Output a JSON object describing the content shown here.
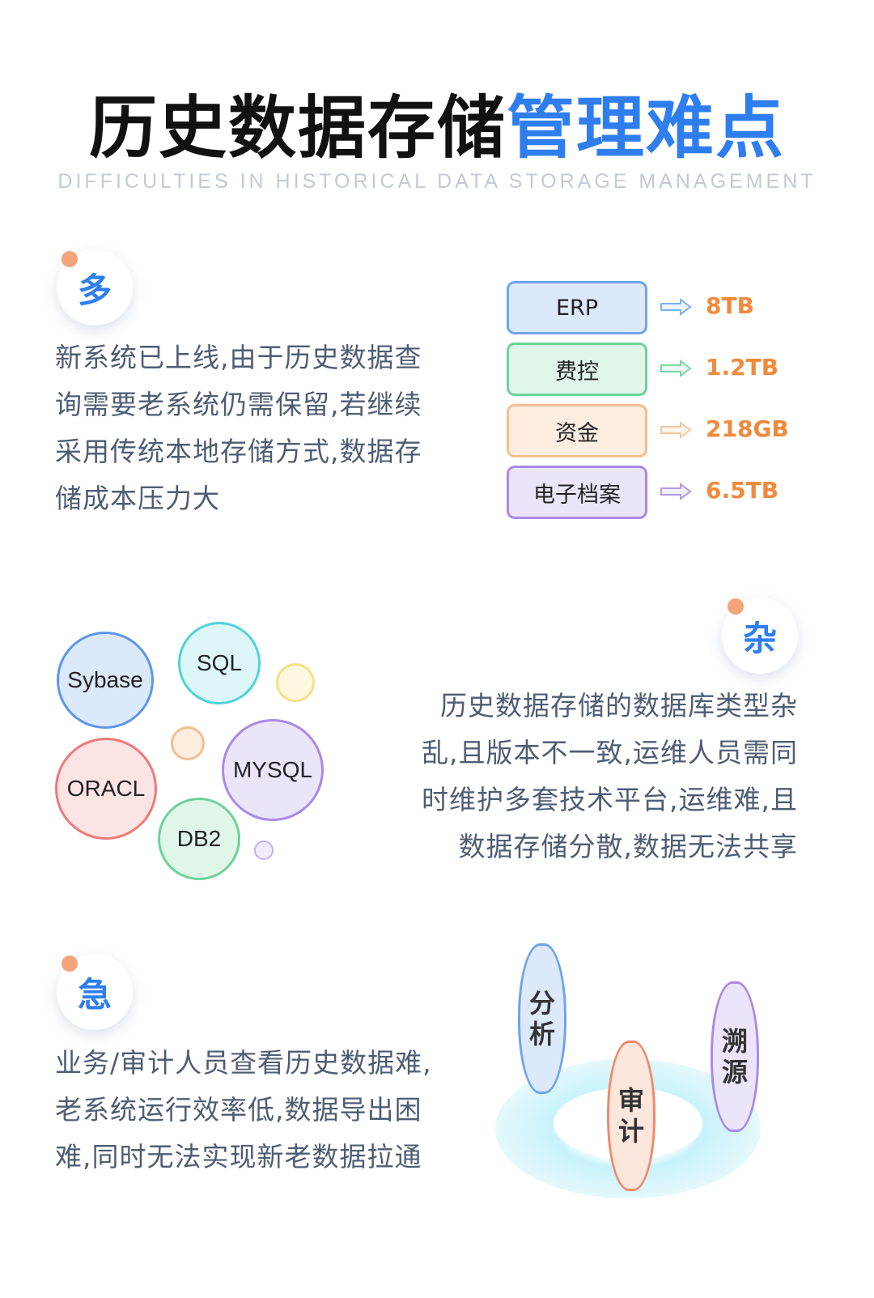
{
  "title": {
    "part1": "历史数据存储",
    "part2": "管理难点"
  },
  "subtitle": "DIFFICULTIES IN HISTORICAL DATA STORAGE MANAGEMENT",
  "section_many": {
    "badge": "多",
    "lines": [
      "新系统已上线,由于历史数据查",
      "询需要老系统仍需保留,若继续",
      "采用传统本地存储方式,数据存",
      "储成本压力大"
    ],
    "systems": [
      {
        "name": "ERP",
        "size": "8TB",
        "border": "#6fa3ec",
        "fill": "#dbe9fb",
        "arrow": "#7bb1ee"
      },
      {
        "name": "费控",
        "size": "1.2TB",
        "border": "#6fd19a",
        "fill": "#dff6e9",
        "arrow": "#7bd6a3"
      },
      {
        "name": "资金",
        "size": "218GB",
        "border": "#f3bf91",
        "fill": "#fdeee1",
        "arrow": "#f3c79e"
      },
      {
        "name": "电子档案",
        "size": "6.5TB",
        "border": "#a98ae6",
        "fill": "#ece5fa",
        "arrow": "#b39ae8"
      }
    ]
  },
  "section_mixed": {
    "badge": "杂",
    "lines": [
      "历史数据存储的数据库类型杂",
      "乱,且版本不一致,运维人员需同",
      "时维护多套技术平台,运维难,且",
      "数据存储分散,数据无法共享"
    ],
    "databases": [
      "Sybase",
      "SQL",
      "ORACL",
      "MYSQL",
      "DB2"
    ]
  },
  "section_urgent": {
    "badge": "急",
    "lines": [
      "业务/审计人员查看历史数据难,",
      "老系统运行效率低,数据导出困",
      "难,同时无法实现新老数据拉通"
    ],
    "pills": [
      {
        "chars": [
          "分",
          "析"
        ],
        "color": "#6fa3ec"
      },
      {
        "chars": [
          "审",
          "计"
        ],
        "color": "#f08a6a"
      },
      {
        "chars": [
          "溯",
          "源"
        ],
        "color": "#a98ae6"
      }
    ]
  },
  "colors": {
    "accent": "#2f7ef0",
    "orange": "#f08a3c",
    "dot": "#f4a47a"
  }
}
